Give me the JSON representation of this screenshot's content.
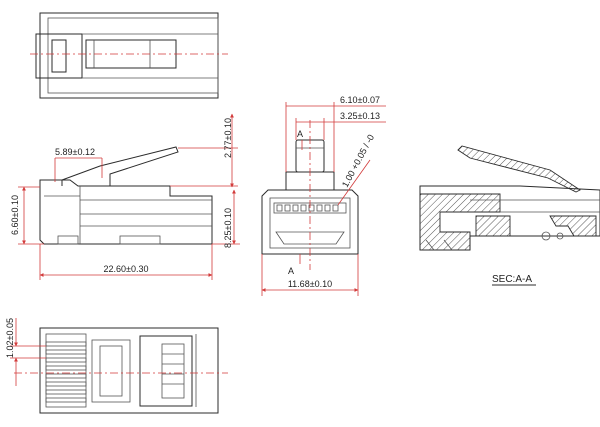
{
  "colors": {
    "outline": "#2b2b2b",
    "dimension": "#d23a3a",
    "background": "#ffffff"
  },
  "dimensions": {
    "d_5_89": "5.89±0.12",
    "d_2_77": "2.77±0.10",
    "d_6_60": "6.60±0.10",
    "d_8_25": "8.25±0.10",
    "d_22_60": "22.60±0.30",
    "d_6_10": "6.10±0.07",
    "d_3_25": "3.25±0.13",
    "d_1_00": "1.00 +0.05 / -0",
    "d_11_68": "11.68±0.10",
    "d_1_02": "1.02±0.05"
  },
  "section_marks": {
    "top": "A",
    "bottom": "A"
  },
  "section_label": "SEC:A-A"
}
